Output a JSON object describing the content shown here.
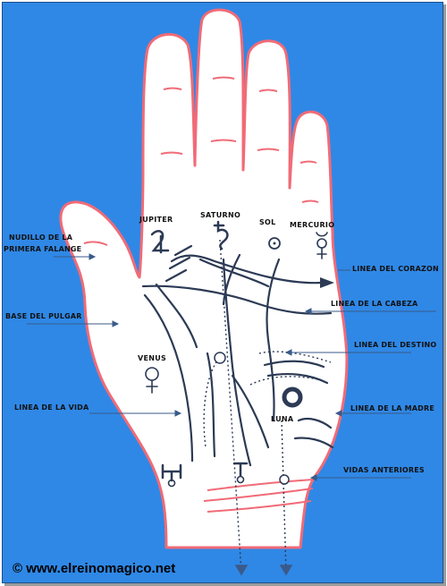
{
  "colors": {
    "background": "#2f88e6",
    "hand_fill": "#ffffff",
    "hand_outline": "#f06b77",
    "lines": "#2c3a55",
    "arrows": "#3a5a8a"
  },
  "planets": {
    "jupiter": {
      "label": "JUPITER",
      "icon": "jupiter-symbol"
    },
    "saturn": {
      "label": "SATURNO",
      "icon": "saturn-symbol"
    },
    "sun": {
      "label": "SOL",
      "icon": "sun-symbol"
    },
    "mercury": {
      "label": "MERCURIO",
      "icon": "mercury-symbol"
    },
    "venus": {
      "label": "VENUS",
      "icon": "venus-symbol"
    },
    "moon": {
      "label": "LUNA",
      "icon": "moon-symbol"
    }
  },
  "left_labels": {
    "nudillo_line1": "NUDILLO DE LA",
    "nudillo_line2": "PRIMERA FALANGE",
    "base_pulgar": "BASE DEL PULGAR",
    "linea_vida": "LINEA DE LA VIDA"
  },
  "right_labels": {
    "linea_corazon": "LINEA DEL CORAZON",
    "linea_cabeza": "LINEA DE LA CABEZA",
    "linea_destino": "LINEA DEL DESTINO",
    "linea_madre": "LINEA DE LA MADRE",
    "vidas_anteriores": "VIDAS ANTERIORES"
  },
  "footer": {
    "text": "© www.elreinomagico.net"
  }
}
